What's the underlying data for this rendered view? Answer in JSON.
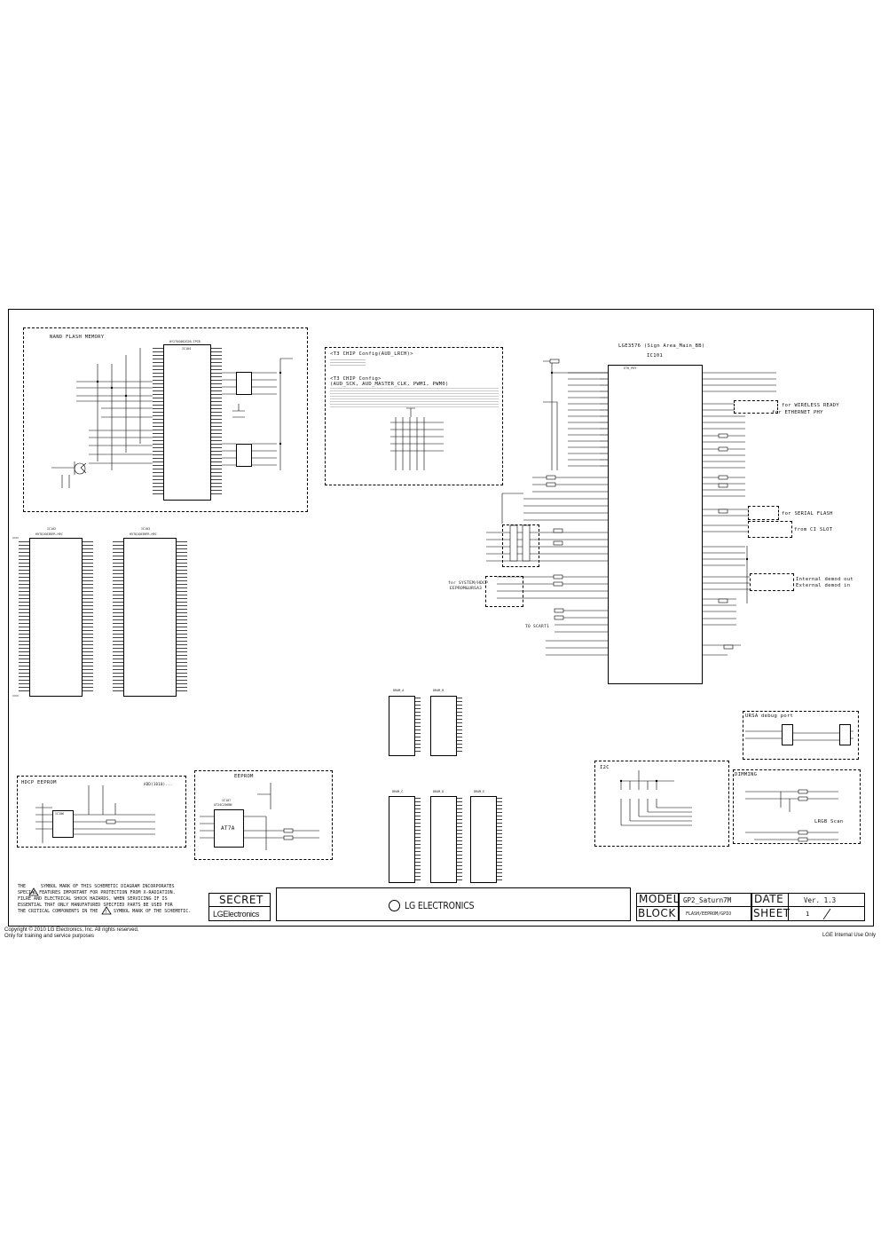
{
  "blocks": {
    "nand_flash": "NAND FLASH MEMORY",
    "t3_chip_config": "<T3 CHIP Config(AUD_LRCH)>",
    "t3_chip_config_2_line1": "<T3 CHIP Config>",
    "t3_chip_config_2_line2": "(AUD_SCK, AUD_MASTER_CLK, PWM1, PWM0)",
    "main_ic_title": "LGE3576 (Sign Area_Main_BB)",
    "main_ic_ref": "IC101",
    "for_wireless_ready": "for WIRELESS READY",
    "for_ethernet_phy": "for ETHERNET PHY",
    "for_serial_flash": "for SERIAL FLASH",
    "from_ci_slot": "from CI SLOT",
    "internal_demod_out": "Internal demod out",
    "external_demod_in": "External demod in",
    "for_system_eeprom_line1": "for SYSTEM/HDCP",
    "for_system_eeprom_line2": "EEPROM&URSA3",
    "to_scart1": "TO SCART1",
    "hdcp_eeprom": "HDCP EEPROM",
    "hdcp_right_note": "ADD(1010)...",
    "eeprom": "EEPROM",
    "ursa_debug_port": "URSA debug port",
    "i2c": "I2C",
    "dimming": "DIMMING",
    "lrgb_scan": "LRGB Scan"
  },
  "chips": {
    "nand_ref": "IC104",
    "nand_part": "HY27UG082G2B-TPCB",
    "ddr_a_ref": "IC102",
    "ddr_a_part": "H5TQ1G63BFR-H9C",
    "ddr_b_ref": "IC103",
    "ddr_b_part": "H5TQ1G63BFR-H9C",
    "main_part_header": "ETH_PHY",
    "hdcp_ic_ref": "IC106",
    "eeprom_ic_ref": "IC107",
    "eeprom_ic_part": "AT24C256BN",
    "eeprom_ic_label": "AT7A",
    "mem_a_label": "DRAM_A",
    "mem_b_label": "DRAM_B",
    "mem_c_label": "DRAM_C",
    "mem_d_label": "DRAM_D",
    "mem_e_label": "DRAM_E"
  },
  "warning": {
    "line1": "THE",
    "line1b": "SYMBOL MARK OF THIS SCHEMETIC DIAGRAM INCORPORATES",
    "line2": "SPECIAL FEATURES IMPORTANT FOR PROTECTION FROM X-RADIATION.",
    "line3": "FILRE AND ELECTRICAL SHOCK HAZARDS, WHEN SERVICING IF IS",
    "line4": "ESSENTIAL THAT ONLY MANUFATURED SPECFIED PARTS BE USED FOR",
    "line5a": "THE CRITICAL COMPONENTS IN THE",
    "line5b": "SYMBOL MARK OF THE SCHEMETIC."
  },
  "title_block": {
    "secret": "SECRET",
    "lg_electronics_small": "LGElectronics",
    "lg_electronics_logo": "LG ELECTRONICS",
    "model_label": "MODEL",
    "model_value": "GP2_Saturn7M",
    "date_label": "DATE",
    "version": "Ver. 1.3",
    "block_label": "BLOCK",
    "block_value": "FLASH/EEPROM/GPIO",
    "sheet_label": "SHEET",
    "sheet_value": "1"
  },
  "footer": {
    "copyright": "Copyright © 2010 LG Electronics. Inc. All rights reserved.",
    "training": "Only for training and service purposes",
    "internal": "LGE Internal Use Only"
  }
}
